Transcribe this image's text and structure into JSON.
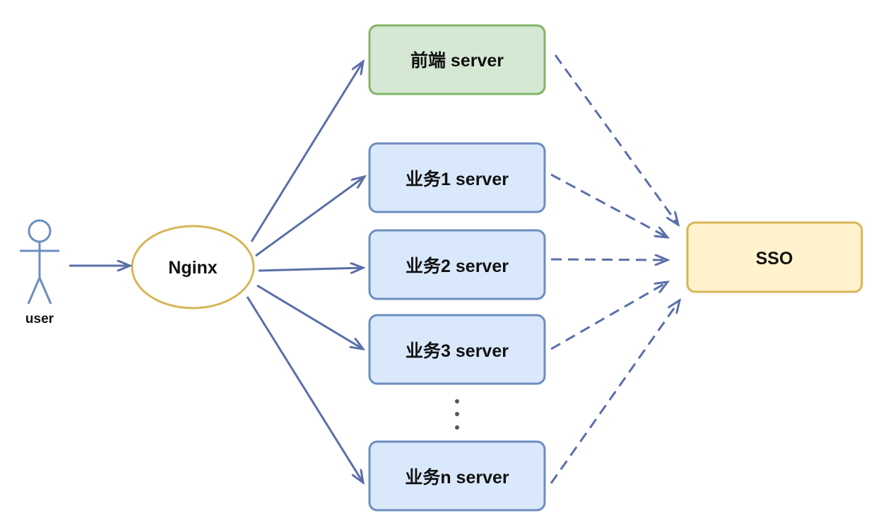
{
  "user": {
    "label": "user"
  },
  "nginx": {
    "label": "Nginx"
  },
  "servers": [
    {
      "key": "frontend",
      "label": "前端 server",
      "fill": "#d5e8d4",
      "stroke": "#82b366"
    },
    {
      "key": "biz1",
      "label": "业务1 server",
      "fill": "#dae8fc",
      "stroke": "#6c8ebf"
    },
    {
      "key": "biz2",
      "label": "业务2 server",
      "fill": "#dae8fc",
      "stroke": "#6c8ebf"
    },
    {
      "key": "biz3",
      "label": "业务3 server",
      "fill": "#dae8fc",
      "stroke": "#6c8ebf"
    },
    {
      "key": "bizn",
      "label": "业务n server",
      "fill": "#dae8fc",
      "stroke": "#6c8ebf"
    }
  ],
  "sso": {
    "label": "SSO",
    "fill": "#fff2cc",
    "stroke": "#d6b656"
  },
  "colors": {
    "arrow": "#5a6fa8",
    "nginx_stroke": "#d6b656",
    "user_stroke": "#6c8ebf"
  }
}
